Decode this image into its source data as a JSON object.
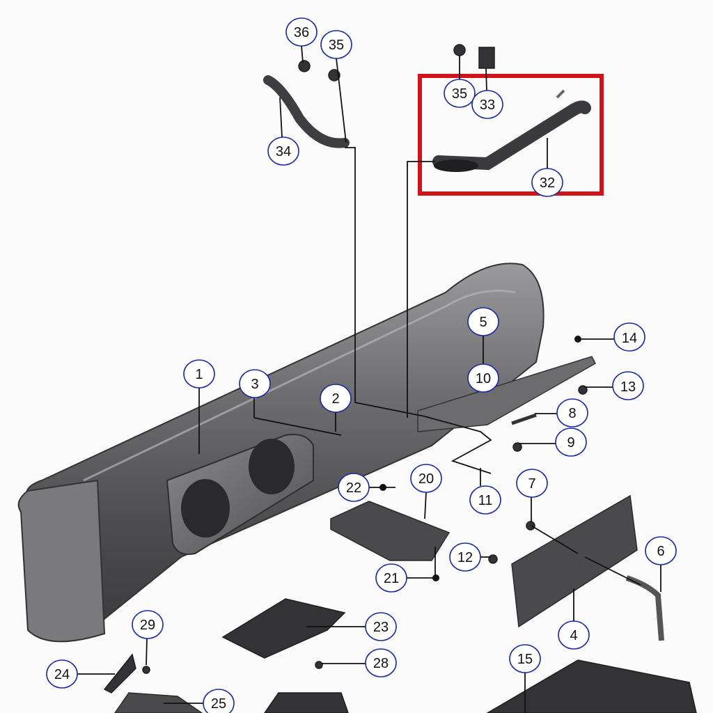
{
  "diagram": {
    "highlight_color": "#d0141a",
    "callout_color": "#1a2aa8",
    "highlighted_part": "32",
    "callouts": {
      "c36": "36",
      "c35a": "35",
      "c34": "34",
      "c35b": "35",
      "c33": "33",
      "c32": "32",
      "c5": "5",
      "c10": "10",
      "c14": "14",
      "c13": "13",
      "c8": "8",
      "c9": "9",
      "c1": "1",
      "c3": "3",
      "c2": "2",
      "c22": "22",
      "c20": "20",
      "c11": "11",
      "c7": "7",
      "c12": "12",
      "c21": "21",
      "c6": "6",
      "c4": "4",
      "c29": "29",
      "c23": "23",
      "c24": "24",
      "c28": "28",
      "c15": "15",
      "c25": "25"
    }
  }
}
